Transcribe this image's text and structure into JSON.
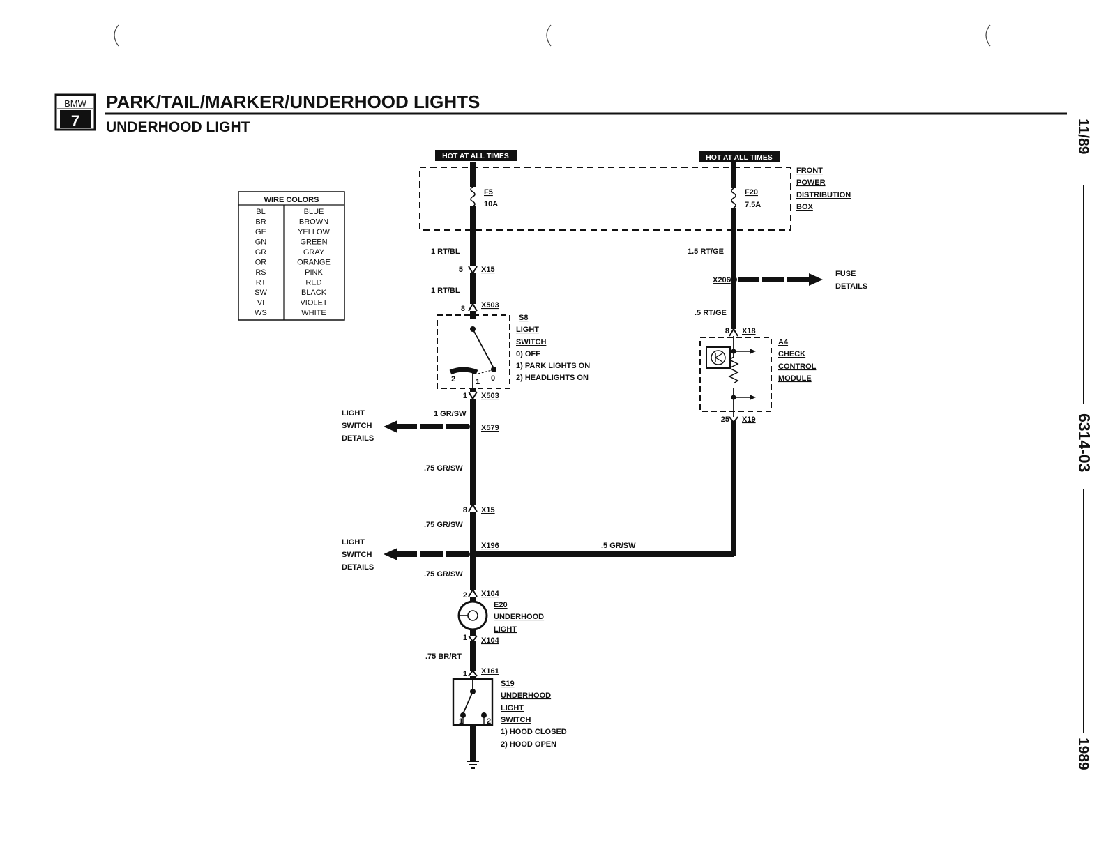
{
  "header": {
    "logo_top": "BMW",
    "logo_bottom": "7",
    "title": "PARK/TAIL/MARKER/UNDERHOOD LIGHTS",
    "subtitle": "UNDERHOOD LIGHT"
  },
  "side": {
    "date": "11/89",
    "doc_number": "6314-03",
    "year": "1989"
  },
  "wire_colors": {
    "title": "WIRE COLORS",
    "rows": [
      {
        "code": "BL",
        "name": "BLUE"
      },
      {
        "code": "BR",
        "name": "BROWN"
      },
      {
        "code": "GE",
        "name": "YELLOW"
      },
      {
        "code": "GN",
        "name": "GREEN"
      },
      {
        "code": "GR",
        "name": "GRAY"
      },
      {
        "code": "OR",
        "name": "ORANGE"
      },
      {
        "code": "RS",
        "name": "PINK"
      },
      {
        "code": "RT",
        "name": "RED"
      },
      {
        "code": "SW",
        "name": "BLACK"
      },
      {
        "code": "VI",
        "name": "VIOLET"
      },
      {
        "code": "WS",
        "name": "WHITE"
      }
    ]
  },
  "diagram": {
    "hot_left": "HOT AT ALL TIMES",
    "hot_right": "HOT AT ALL TIMES",
    "fuse_f5": {
      "id": "F5",
      "rating": "10A"
    },
    "fuse_f20": {
      "id": "F20",
      "rating": "7.5A"
    },
    "front_power_box": [
      "FRONT",
      "POWER",
      "DISTRIBUTION",
      "BOX"
    ],
    "wire_1_rtbl_a": "1 RT/BL",
    "wire_1_rtbl_b": "1  RT/BL",
    "wire_15_rtge": "1.5  RT/GE",
    "wire_05_rtge": ".5  RT/GE",
    "conn_x15_top": {
      "pin": "5",
      "id": "X15"
    },
    "conn_x503_top": {
      "pin": "8",
      "id": "X503"
    },
    "conn_x503_bot": {
      "pin": "1",
      "id": "X503"
    },
    "conn_x206": "X206",
    "fuse_details": [
      "FUSE",
      "DETAILS"
    ],
    "s8": {
      "id": "S8",
      "name": [
        "LIGHT",
        "SWITCH"
      ],
      "positions": [
        "0) OFF",
        "1) PARK LIGHTS ON",
        "2) HEADLIGHTS ON"
      ],
      "pin_labels": [
        "2",
        "1",
        "0"
      ]
    },
    "conn_x18": {
      "pin": "8",
      "id": "X18"
    },
    "conn_x19": {
      "pin": "25",
      "id": "X19"
    },
    "a4": {
      "id": "A4",
      "name": [
        "CHECK",
        "CONTROL",
        "MODULE"
      ]
    },
    "light_switch_details_1": [
      "LIGHT",
      "SWITCH",
      "DETAILS"
    ],
    "light_switch_details_2": [
      "LIGHT",
      "SWITCH",
      "DETAILS"
    ],
    "wire_1_grsw": "1  GR/SW",
    "conn_x579": "X579",
    "wire_075_grsw_a": ".75  GR/SW",
    "conn_x15_mid": {
      "pin": "8",
      "id": "X15"
    },
    "wire_075_grsw_b": ".75  GR/SW",
    "conn_x196": "X196",
    "wire_05_grsw": ".5  GR/SW",
    "wire_075_grsw_c": ".75  GR/SW",
    "conn_x104_top": {
      "pin": "2",
      "id": "X104"
    },
    "e20": {
      "id": "E20",
      "name": [
        "UNDERHOOD",
        "LIGHT"
      ]
    },
    "conn_x104_bot": {
      "pin": "1",
      "id": "X104"
    },
    "wire_075_brrt": ".75  BR/RT",
    "conn_x161": {
      "pin": "1",
      "id": "X161"
    },
    "s19": {
      "id": "S19",
      "name": [
        "UNDERHOOD",
        "LIGHT",
        "SWITCH"
      ],
      "positions": [
        "1) HOOD CLOSED",
        "2) HOOD OPEN"
      ],
      "pin_labels": [
        "1",
        "2"
      ]
    }
  }
}
